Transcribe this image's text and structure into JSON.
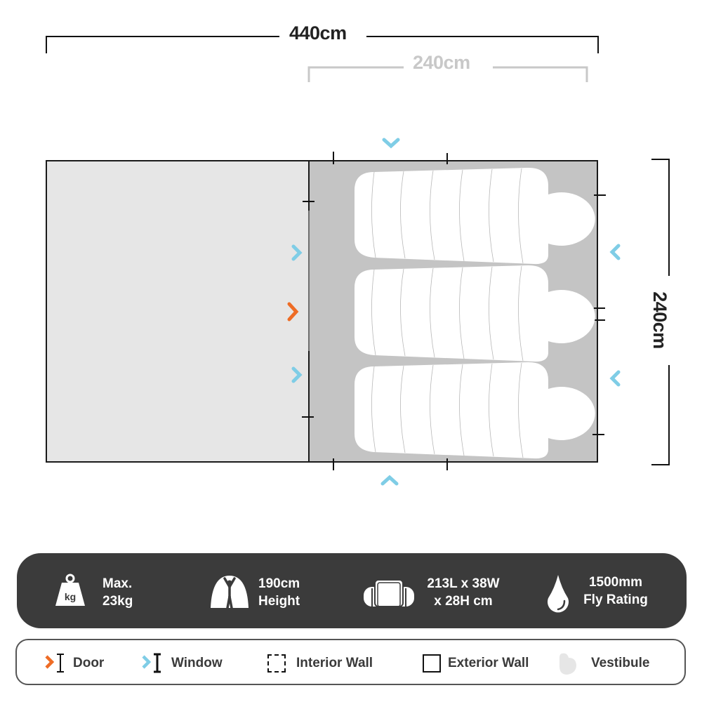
{
  "dimensions": {
    "total_length": "440cm",
    "inner_length": "240cm",
    "width": "240cm"
  },
  "colors": {
    "vestibule_fill": "#e6e6e6",
    "inner_fill": "#c4c4c4",
    "door_accent": "#ee6c25",
    "window_accent": "#7fcde6",
    "spec_bar_bg": "#3b3b3b",
    "dim_muted": "#c8c8c8"
  },
  "floorplan": {
    "sleeping_bags": 3,
    "doors": [
      {
        "side": "interior-left",
        "icon": "chevron-right-orange"
      }
    ],
    "windows": [
      {
        "side": "top",
        "icon": "chevron-down-blue"
      },
      {
        "side": "bottom",
        "icon": "chevron-up-blue"
      },
      {
        "side": "interior-left-upper",
        "icon": "chevron-right-blue"
      },
      {
        "side": "interior-left-lower",
        "icon": "chevron-right-blue"
      },
      {
        "side": "right-upper",
        "icon": "chevron-left-blue"
      },
      {
        "side": "right-lower",
        "icon": "chevron-left-blue"
      }
    ]
  },
  "specs": [
    {
      "icon": "weight-kg-icon",
      "line1": "Max.",
      "line2": "23kg",
      "icon_text": "kg"
    },
    {
      "icon": "tent-height-icon",
      "line1": "190cm",
      "line2": "Height"
    },
    {
      "icon": "carry-bag-icon",
      "line1": "213L x 38W",
      "line2": "x 28H cm"
    },
    {
      "icon": "water-drop-icon",
      "line1": "1500mm",
      "line2": "Fly Rating"
    }
  ],
  "legend": [
    {
      "icon": "door-icon",
      "label": "Door"
    },
    {
      "icon": "window-icon",
      "label": "Window"
    },
    {
      "icon": "interior-wall-icon",
      "label": "Interior Wall"
    },
    {
      "icon": "exterior-wall-icon",
      "label": "Exterior Wall"
    },
    {
      "icon": "vestibule-icon",
      "label": "Vestibule"
    }
  ]
}
